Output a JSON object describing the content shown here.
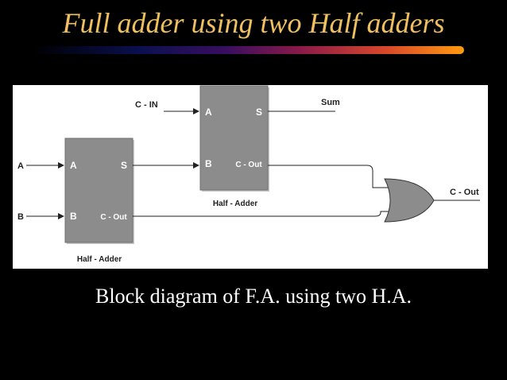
{
  "title": "Full adder using two Half adders",
  "caption": "Block diagram of F.A. using two H.A.",
  "diagram": {
    "inputs": {
      "a": "A",
      "b": "B",
      "c_in": "C - IN"
    },
    "outputs": {
      "sum": "Sum",
      "c_out": "C - Out"
    },
    "half_adder_1": {
      "label": "Half - Adder",
      "port_a": "A",
      "port_b": "B",
      "port_s": "S",
      "port_cout": "C - Out"
    },
    "half_adder_2": {
      "label": "Half - Adder",
      "port_a": "A",
      "port_b": "B",
      "port_s": "S",
      "port_cout": "C - Out"
    },
    "or_gate": "OR"
  },
  "colors": {
    "title": "#f0c060",
    "block_fill": "#8c8c8c",
    "wire": "#222222",
    "caption": "#ffffff"
  }
}
